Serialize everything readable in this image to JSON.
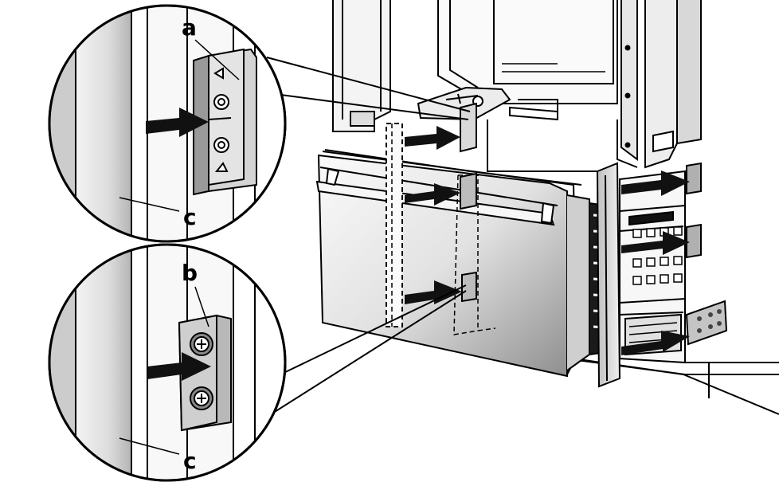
{
  "diagram": {
    "labels": {
      "a": "a",
      "b": "b",
      "c_upper": "c",
      "c_lower": "c"
    },
    "colors": {
      "line": "#000000",
      "fill_light": "#f2f2f2",
      "fill_mid": "#d0d0d0",
      "fill_dark": "#9a9a9a",
      "arrow": "#111111"
    }
  }
}
